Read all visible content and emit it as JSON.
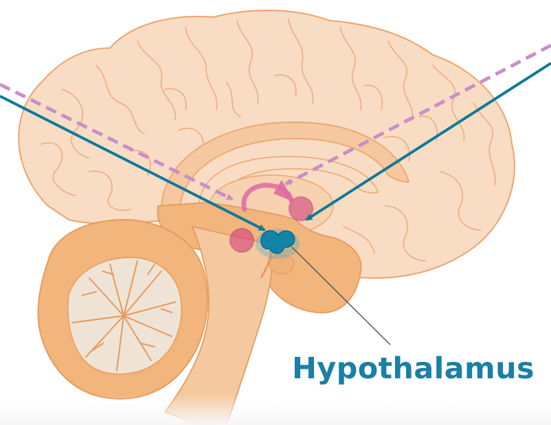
{
  "labels": {
    "hypothalamus": "Hypothalamus"
  },
  "colors": {
    "label_text": "#1b7fa6",
    "pathway_solid": "#0d7a9a",
    "pathway_dashed": "#c98fc8",
    "highlight_magenta": "#d0347c",
    "hypothalamus_fill": "#1284a8",
    "cortex_fill": "#f9dcc4",
    "cortex_outline": "#eda46b",
    "cerebellum_fill": "#f2b57c",
    "brainstem_fill": "#f4c9a0"
  },
  "icons": {
    "pathway_arrow": "arrow-head",
    "circular_arrow": "loop-arrow"
  }
}
